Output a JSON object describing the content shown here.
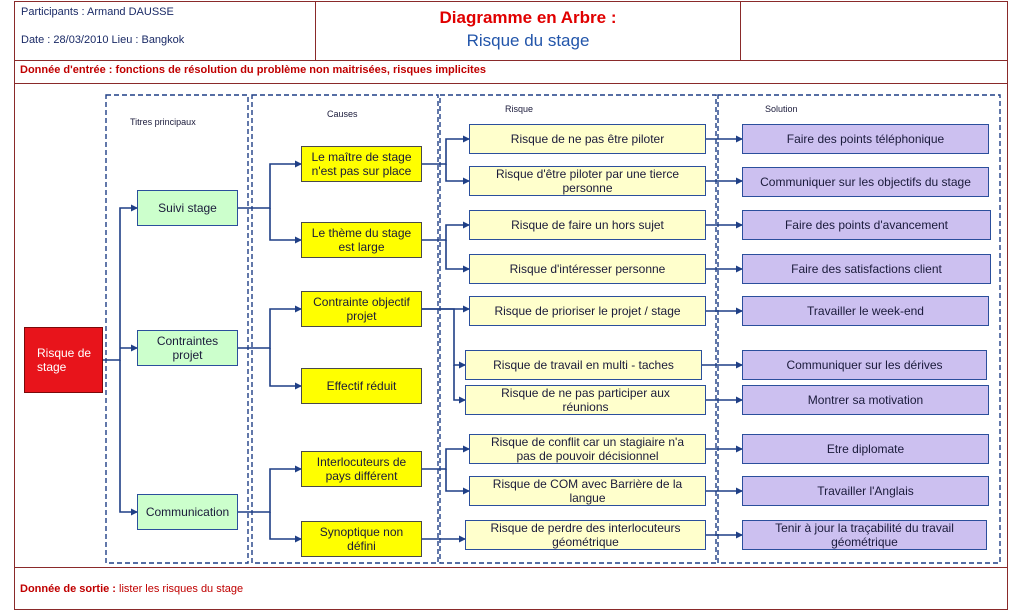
{
  "header": {
    "participants": "Participants : Armand DAUSSE",
    "date_place": "Date : 28/03/2010 Lieu : Bangkok",
    "title": "Diagramme en Arbre :",
    "subtitle": "Risque du stage"
  },
  "input": {
    "label": "Donnée d'entrée :",
    "text": " fonctions de résolution du problème non maitrisées, risques implicites"
  },
  "output": {
    "label": "Donnée de sortie :",
    "text": " lister les risques du stage"
  },
  "columns": {
    "titles": "Titres principaux",
    "causes": "Causes",
    "risks": "Risque",
    "solutions": "Solution"
  },
  "root": "Risque de\nstage",
  "titles": [
    "Suivi stage",
    "Contraintes\nprojet",
    "Communication"
  ],
  "causes": [
    "Le maître de stage\nn'est pas sur place",
    "Le thème du stage\nest large",
    "Contrainte objectif\nprojet",
    "Effectif réduit",
    "Interlocuteurs de\npays différent",
    "Synoptique non\ndéfini"
  ],
  "risks": [
    "Risque de ne pas être piloter",
    "Risque d'être piloter par une tierce\npersonne",
    "Risque de faire un hors sujet",
    "Risque d'intéresser personne",
    "Risque de prioriser le projet / stage",
    "Risque de travail en multi - taches",
    "Risque de ne pas participer aux\nréunions",
    "Risque de conflit car un stagiaire n'a\npas de pouvoir décisionnel",
    "Risque de COM avec Barrière de la\nlangue",
    "Risque de perdre des interlocuteurs\ngéométrique"
  ],
  "solutions": [
    "Faire des points téléphonique",
    "Communiquer sur les objectifs du stage",
    "Faire des points d'avancement",
    "Faire des satisfactions client",
    "Travailler le week-end",
    "Communiquer sur les dérives",
    "Montrer sa motivation",
    "Etre diplomate",
    "Travailler l'Anglais",
    "Tenir à jour la traçabilité du travail\ngéométrique"
  ],
  "colors": {
    "arrow": "#1f3f86",
    "title_red": "#e00000",
    "subtitle_blue": "#2255aa",
    "border": "#8a2a2a"
  }
}
